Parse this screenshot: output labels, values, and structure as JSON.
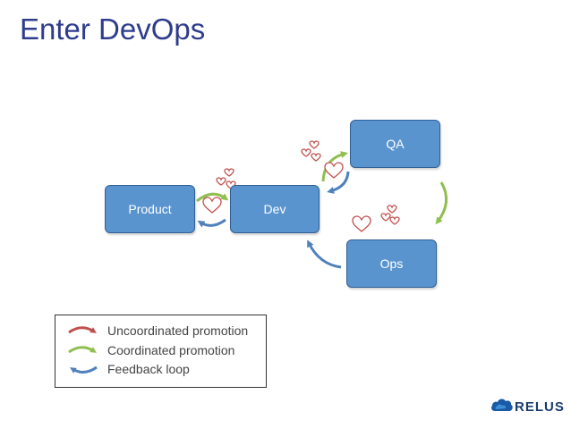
{
  "slide": {
    "title": "Enter DevOps"
  },
  "nodes": {
    "product": "Product",
    "dev": "Dev",
    "qa": "QA",
    "ops": "Ops"
  },
  "legend": {
    "uncoordinated": "Uncoordinated promotion",
    "coordinated": "Coordinated promotion",
    "feedback": "Feedback loop"
  },
  "colors": {
    "uncoordinated": "#c0504d",
    "coordinated": "#8fbf4f",
    "feedback": "#4f81bd",
    "node_fill": "#5a94cf",
    "title": "#2e3c8c",
    "heart": "#c0504d"
  },
  "logo": {
    "text": "RELUS"
  }
}
